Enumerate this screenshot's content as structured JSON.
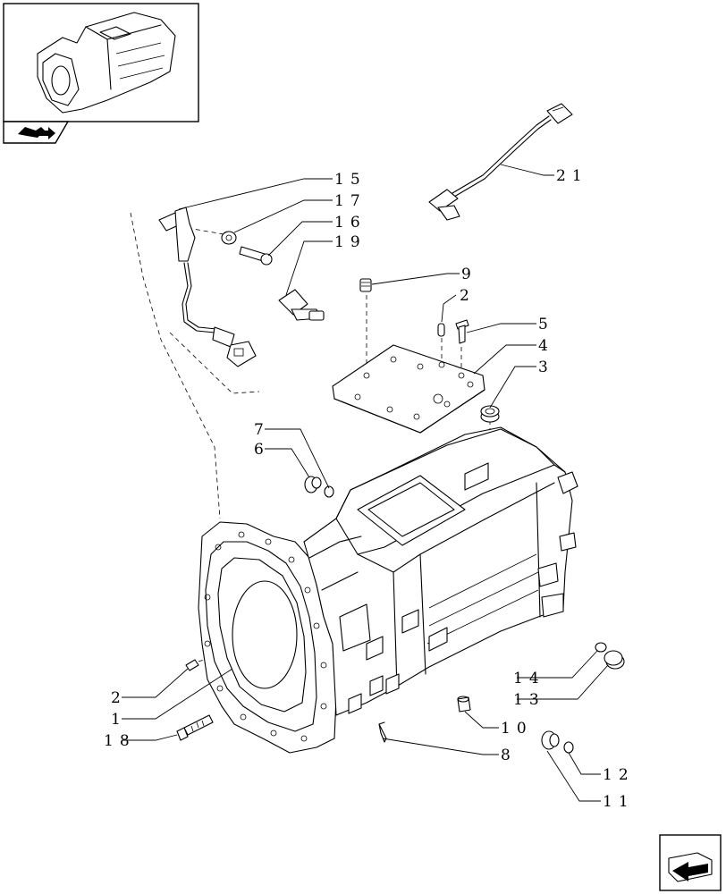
{
  "parts": {
    "p1": "1",
    "p2a": "2",
    "p2b": "2",
    "p3": "3",
    "p4": "4",
    "p5": "5",
    "p6": "6",
    "p7": "7",
    "p8": "8",
    "p9": "9",
    "p10": "10",
    "p11": "11",
    "p12": "12",
    "p13": "13",
    "p14": "14",
    "p15": "15",
    "p16": "16",
    "p17": "17",
    "p18": "18",
    "p19": "19",
    "p21": "21"
  },
  "icons": {
    "thumbnail": "transmission-housing-thumbnail",
    "nav_small": "book-arrow-icon",
    "nav_large": "next-page-arrow-icon"
  }
}
